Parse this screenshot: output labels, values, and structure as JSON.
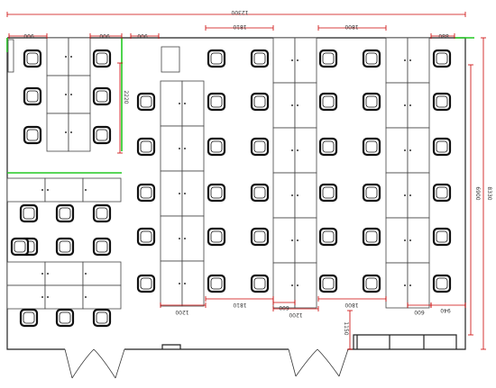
{
  "dimensions": {
    "overall_width": "12300",
    "desk_span_1": "1810",
    "desk_span_2": "1800",
    "gap_900_a": "900",
    "gap_900_b": "900",
    "gap_900_c": "900",
    "right_gap": "880",
    "vertical_mid": "2220",
    "right_inner": "6900",
    "right_total": "8330",
    "bottom_1200_a": "1200",
    "bottom_1810": "1810",
    "bottom_600_a": "600",
    "bottom_1200_b": "1200",
    "bottom_1800": "1800",
    "bottom_600_b": "600",
    "bottom_940": "940",
    "door_clear": "1150"
  },
  "colors": {
    "wall": "#222222",
    "dimension": "#cc0000",
    "partition": "#22c922",
    "furniture": "#444444",
    "chair": "#111111"
  }
}
